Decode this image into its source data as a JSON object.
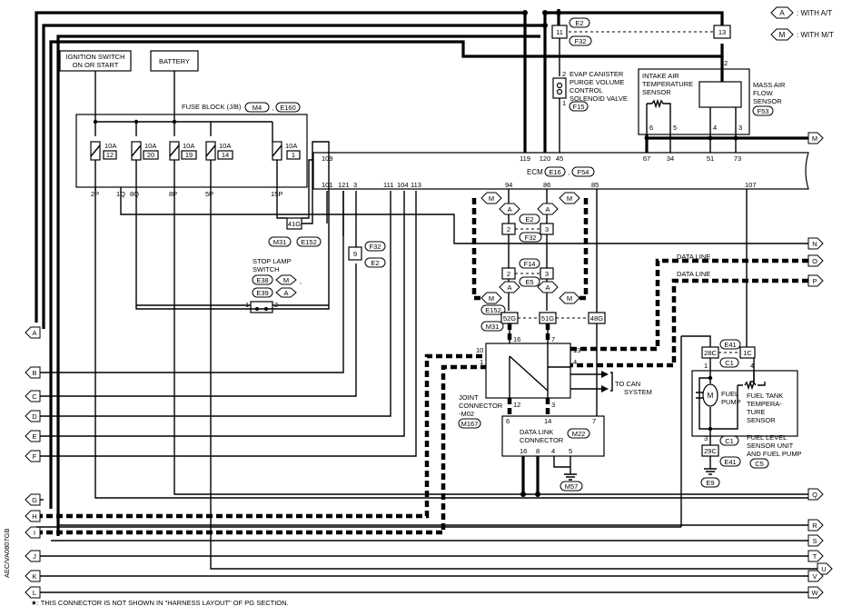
{
  "legend": {
    "a_symbol": "A",
    "a_text": ": WITH A/T",
    "m_symbol": "M",
    "m_text": ": WITH M/T"
  },
  "components": {
    "ignition_switch": [
      "IGNITION SWITCH",
      "ON OR START"
    ],
    "battery": "BATTERY",
    "fuse_block": {
      "title": "FUSE BLOCK (J/B)",
      "conn1": "M4",
      "conn2": "E160"
    },
    "fuses": [
      {
        "amp": "10A",
        "num": "12",
        "pin": "2P"
      },
      {
        "amp": "10A",
        "num": "20",
        "pin": "8Q"
      },
      {
        "amp": "10A",
        "num": "19",
        "pin": "8P"
      },
      {
        "amp": "10A",
        "num": "14",
        "pin": "5P"
      },
      {
        "amp": "10A",
        "num": "1",
        "pin": "15P"
      }
    ],
    "fuse_pin_1q": "1Q",
    "evap": [
      "EVAP CANISTER",
      "PURGE VOLUME",
      "CONTROL",
      "SOLENOID VALVE"
    ],
    "evap_conn": "F15",
    "evap_pin_top": "2",
    "evap_pin_bottom": "1",
    "iat": [
      "INTAKE AIR",
      "TEMPERATURE",
      "SENSOR"
    ],
    "maf": [
      "MASS AIR",
      "FLOW",
      "SENSOR"
    ],
    "maf_conn": "F53",
    "maf_pins": {
      "p2": "2",
      "p6": "6",
      "p5": "5",
      "p4": "4",
      "p3": "3"
    },
    "ecm": {
      "label": "ECM",
      "conn1": "E16",
      "conn2": "F54"
    },
    "ecm_top_pins": [
      "119",
      "120",
      "45",
      "67",
      "34",
      "51",
      "73"
    ],
    "ecm_pin_109": "109",
    "ecm_bottom_pins": [
      "101",
      "121",
      "3",
      "111",
      "104",
      "113",
      "94",
      "86",
      "85",
      "107"
    ],
    "joint_e2": {
      "top": "11",
      "conn": "E2",
      "conn2": "F32",
      "right": "13"
    },
    "stop_lamp": [
      "STOP LAMP",
      "SWITCH"
    ],
    "stop_conn": {
      "c1": "E38",
      "c2": "E39",
      "m": "M",
      "a": "A",
      "comma": ",",
      "p1": "1",
      "p2": "2"
    },
    "conn_41g": {
      "pin": "41G",
      "c1": "M31",
      "c2": "E152"
    },
    "conn_9": {
      "pin": "9",
      "c1": "F32",
      "c2": "E2"
    },
    "jumpers": {
      "top": {
        "m": "M",
        "a": "A",
        "c1": "E2",
        "c2": "F32",
        "l": "2",
        "r": "3"
      },
      "bottom": {
        "m": "M",
        "a": "A",
        "c1": "F14",
        "c2": "E5",
        "l": "2",
        "r": "3",
        "c3": "E152"
      }
    },
    "m31_pins": {
      "p52": "52G",
      "p51": "51G",
      "p48": "48G",
      "conn": "M31"
    },
    "data_line": "DATA LINE",
    "joint_connector": {
      "label": [
        "JOINT",
        "CONNECTOR",
        "-M02"
      ],
      "conn": "M167",
      "pins": {
        "p10": "10",
        "p16": "16",
        "p7": "7",
        "p13": "13",
        "p1": "1",
        "p4": "4",
        "p12": "12",
        "p3": "3"
      }
    },
    "to_can": [
      "TO CAN",
      "SYSTEM"
    ],
    "dlc": {
      "label": [
        "DATA LINK",
        "CONNECTOR"
      ],
      "conn": "M22",
      "pins": {
        "p6": "6",
        "p14": "14",
        "p7": "7",
        "p16": "16",
        "p8": "8",
        "p4": "4",
        "p5": "5"
      }
    },
    "ground_m57": "M57",
    "fuel_pump": {
      "c28": "28C",
      "c1c": "1C",
      "conn_e41": "E41",
      "conn_c1": "C1",
      "p1": "1",
      "p4": "4",
      "p3": "3",
      "pump_label": [
        "FUEL",
        "PUMP"
      ],
      "sensor_label": [
        "FUEL TANK",
        "TEMPERA-",
        "TURE",
        "SENSOR"
      ],
      "motor": "M",
      "unit_label": [
        "FUEL LEVEL",
        "SENSOR UNIT",
        "AND FUEL PUMP"
      ],
      "unit_conn": "C5",
      "c29": "29C",
      "c1b": "C1",
      "e41b": "E41",
      "ground": "E9"
    }
  },
  "left_terminals": [
    "A",
    "B",
    "C",
    "D",
    "E",
    "F",
    "G",
    "H",
    "I",
    "J",
    "K",
    "L"
  ],
  "right_terminals": [
    "M",
    "N",
    "O",
    "P",
    "Q",
    "R",
    "S",
    "T",
    "U",
    "V",
    "W"
  ],
  "footnote": "★: THIS CONNECTOR IS NOT SHOWN IN \"HARNESS LAYOUT\" OF PG SECTION.",
  "figure_code": "AEC/VA0807GB"
}
